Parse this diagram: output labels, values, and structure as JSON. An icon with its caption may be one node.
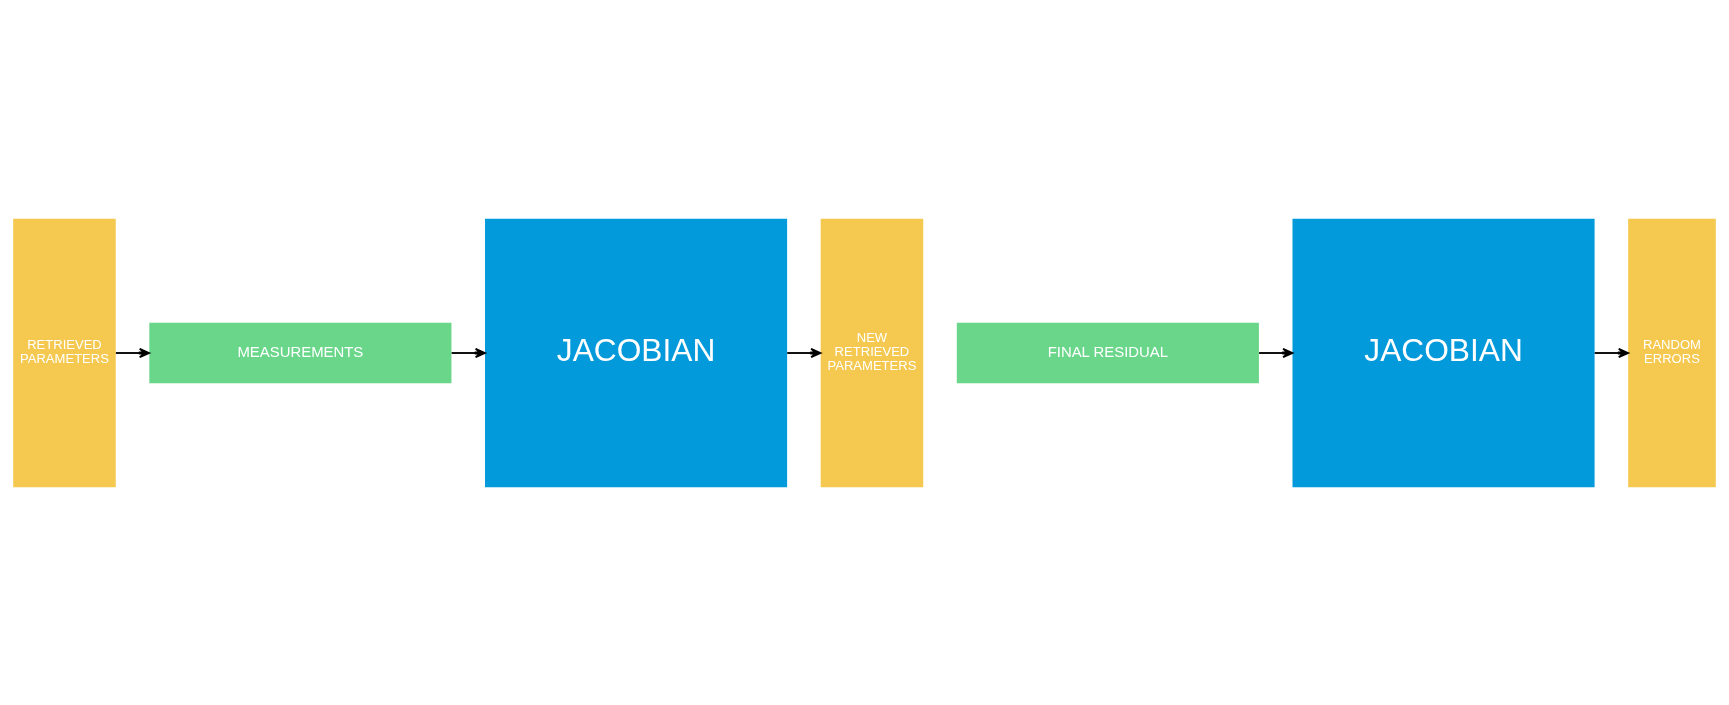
{
  "diagram": {
    "nodes": [
      {
        "text": [
          "RETRIEVED PARAMETERS"
        ]
      },
      {
        "text": [
          "MEASUREMENTS"
        ]
      },
      {
        "text": [
          "JACOBIAN"
        ]
      },
      {
        "text": [
          "NEW RETRIEVED PARAMETERS"
        ]
      },
      {
        "text": [
          "FINAL RESIDUAL"
        ]
      },
      {
        "text": [
          "JACOBIAN"
        ]
      },
      {
        "text": [
          "RANDOM ERRORS"
        ]
      }
    ],
    "edges": [
      {
        "from": 0,
        "to": 1,
        "arrow": "to"
      },
      {
        "from": 1,
        "to": 2,
        "arrow": "to"
      },
      {
        "from": 2,
        "to": 3,
        "arrow": "to"
      },
      {
        "from": 4,
        "to": 5,
        "arrow": "to"
      },
      {
        "from": 5,
        "to": 6,
        "arrow": "to"
      }
    ]
  }
}
